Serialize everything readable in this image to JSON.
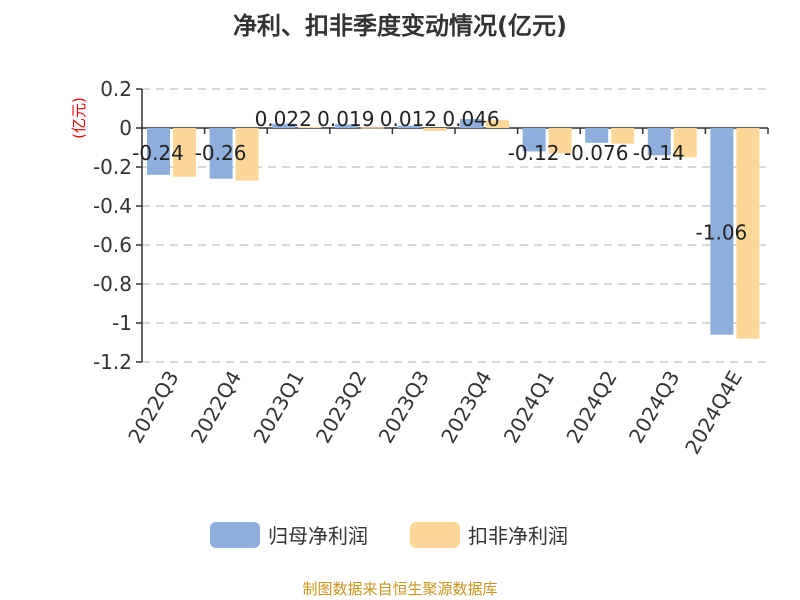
{
  "chart_data": {
    "type": "bar",
    "title": "净利、扣非季度变动情况(亿元)",
    "ylabel": "(亿元)",
    "categories": [
      "2022Q3",
      "2022Q4",
      "2023Q1",
      "2023Q2",
      "2023Q3",
      "2023Q4",
      "2024Q1",
      "2024Q2",
      "2024Q3",
      "2024Q4E"
    ],
    "series": [
      {
        "name": "归母净利润",
        "color": "#8eaedb",
        "values": [
          -0.24,
          -0.26,
          0.022,
          0.019,
          0.012,
          0.046,
          -0.12,
          -0.076,
          -0.14,
          -1.06
        ],
        "labels": [
          "-0.24",
          "-0.26",
          "0.022",
          "0.019",
          "0.012",
          "0.046",
          "-0.12",
          "-0.076",
          "-0.14",
          "-1.06"
        ]
      },
      {
        "name": "扣非净利润",
        "color": "#fdd797",
        "values": [
          -0.25,
          -0.27,
          0.005,
          0.003,
          -0.015,
          0.04,
          -0.13,
          -0.08,
          -0.15,
          -1.08
        ]
      }
    ],
    "ylim": [
      -1.2,
      0.2
    ],
    "yticks": [
      "0.2",
      "0",
      "-0.2",
      "-0.4",
      "-0.6",
      "-0.8",
      "-1",
      "-1.2"
    ],
    "grid": true,
    "legend": "bottom"
  },
  "source": "制图数据来自恒生聚源数据库"
}
